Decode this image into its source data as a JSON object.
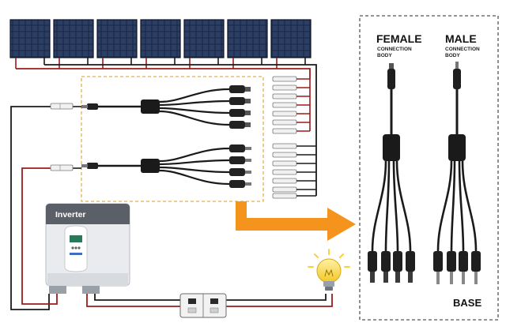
{
  "labels": {
    "female_title": "FEMALE",
    "female_sub1": "CONNECTION",
    "female_sub2": "BODY",
    "male_title": "MALE",
    "male_sub1": "CONNECTION",
    "male_sub2": "BODY",
    "base": "BASE",
    "inverter": "Inverter"
  },
  "colors": {
    "wire_red": "#9b1c1c",
    "wire_black": "#1a1a1a",
    "arrow_orange": "#f5941d",
    "highlight_border": "#e3b04b",
    "panel_blue": "#1b2a4a",
    "inverter_body": "#e9ebee",
    "inverter_screen": "#2a7a5a",
    "bulb_yellow": "#f7d23a"
  },
  "icons": {
    "solar_panel": "solar-panel-icon",
    "inverter": "inverter-icon",
    "breaker": "breaker-switch-icon",
    "bulb": "light-bulb-icon",
    "connector": "mc4-connector-icon",
    "branch": "y-branch-connector-icon"
  }
}
